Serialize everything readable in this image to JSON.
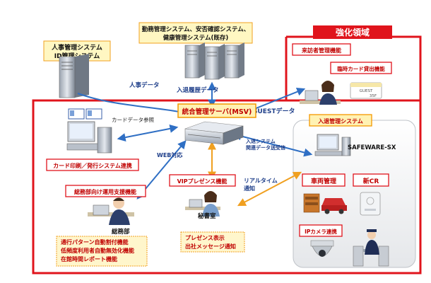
{
  "legacy_systems": {
    "hr": [
      "人事管理システム",
      "ID管理システム"
    ],
    "attendance": [
      "勤務管理システム、安否確認システム、",
      "健康管理システム(既存)"
    ]
  },
  "flows": {
    "personnel_data": "人事データ",
    "entry_history": "入退履歴データ",
    "guest_data": "GUESTデータ",
    "card_data_ref": "カードデータ参照",
    "web_support": "WEB対応",
    "entry_system_data": [
      "入退システム",
      "関連データ送受信"
    ],
    "realtime_notice": [
      "リアルタイム",
      "通知"
    ]
  },
  "center": {
    "server_label": "統合管理サーバ(MSV)"
  },
  "enhanced": {
    "title": "強化領域",
    "visitor_mgmt": "来訪者管理機能",
    "temp_card": "臨時カード貸出機能",
    "guest_card_text": "GUEST",
    "guest_card_id": "35F",
    "entry_mgmt": "入退管理システム",
    "safeware": "SAFEWARE-SX",
    "vehicle": "車両管理",
    "new_cr": "新CR",
    "ip_camera": "IPカメラ連携"
  },
  "features": {
    "card_print": "カード印刷／発行システム連携",
    "general_affairs_support": "総務部向け運用支援機能",
    "vip_presence": "VIPプレゼンス機能",
    "general_affairs_dept": "総務部",
    "secretary_room": "秘書室",
    "general_list": [
      "通行パターン自動割付機能",
      "低頻度利用者自動無効化機能",
      "在館時間レポート機能"
    ],
    "secretary_list": [
      "プレゼンス表示",
      "出社メッセージ通知"
    ]
  },
  "colors": {
    "red": "#e0141c",
    "orange": "#f39800",
    "yellow_box": "#fff2b3",
    "blue_arrow": "#2f6fc4",
    "orange_arrow": "#f0a020"
  }
}
